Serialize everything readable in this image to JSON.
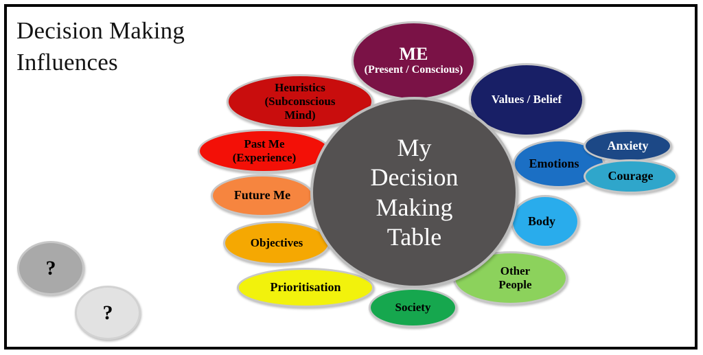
{
  "slide": {
    "title_lines": [
      "Decision Making",
      "Influences"
    ]
  },
  "center_circle": {
    "lines": [
      "My",
      "Decision",
      "Making",
      "Table"
    ],
    "fill": "#545151",
    "text_color": "#FFFFFF"
  },
  "bubbles": {
    "me": {
      "title": "ME",
      "subtitle": "(Present / Conscious)",
      "fill": "#7A1246",
      "text_color": "#FFFFFF"
    },
    "values_belief": {
      "title": "Values / Belief",
      "fill": "#181F66",
      "text_color": "#FFFFFF"
    },
    "heuristics": {
      "title": "Heuristics",
      "subtitle": "(Subconscious Mind)",
      "fill": "#C90D0D",
      "text_color": "#000000"
    },
    "past_me": {
      "title": "Past Me",
      "subtitle": "(Experience)",
      "fill": "#F31007",
      "text_color": "#000000"
    },
    "future_me": {
      "title": "Future Me",
      "fill": "#F6853F",
      "text_color": "#000000"
    },
    "objectives": {
      "title": "Objectives",
      "fill": "#F5A802",
      "text_color": "#000000"
    },
    "prioritisation": {
      "title": "Prioritisation",
      "fill": "#F2F20C",
      "text_color": "#000000"
    },
    "society": {
      "title": "Society",
      "fill": "#16A74E",
      "text_color": "#000000"
    },
    "other_people": {
      "title": "Other People",
      "fill": "#8CD25C",
      "text_color": "#000000"
    },
    "body": {
      "title": "Body",
      "fill": "#29ACEC",
      "text_color": "#000000"
    },
    "emotions": {
      "title": "Emotions",
      "fill": "#1B6FC4",
      "text_color": "#000000"
    },
    "anxiety": {
      "title": "Anxiety",
      "fill": "#1C4886",
      "text_color": "#FFFFFF"
    },
    "courage": {
      "title": "Courage",
      "fill": "#2FA6CB",
      "text_color": "#000000"
    },
    "unknown_left": {
      "title": "?",
      "fill": "#A9A9A9",
      "text_color": "#000000"
    },
    "unknown_right": {
      "title": "?",
      "fill": "#E2E2E2",
      "text_color": "#000000"
    }
  }
}
